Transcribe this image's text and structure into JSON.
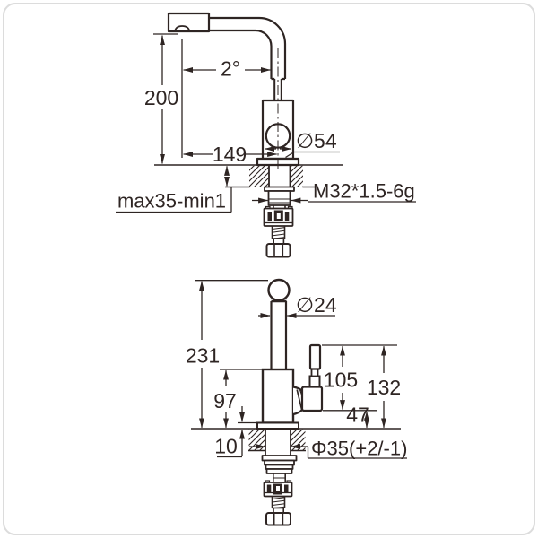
{
  "page": {
    "background": "#ffffff",
    "frame_border": "#dcdcdc",
    "line_color": "#2e2523"
  },
  "top_view": {
    "labels": {
      "angle": "2°",
      "height_200": "200",
      "reach_149": "149",
      "diameter_54": "∅54",
      "mount_range": "max35-min1",
      "thread": "M32*1.5-6g"
    }
  },
  "bottom_view": {
    "labels": {
      "diameter_24": "∅24",
      "height_231": "231",
      "height_97": "97",
      "height_105": "105",
      "height_132": "132",
      "height_47": "47",
      "base_10": "10",
      "hole_diameter": "Φ35(+2/-1)"
    }
  }
}
